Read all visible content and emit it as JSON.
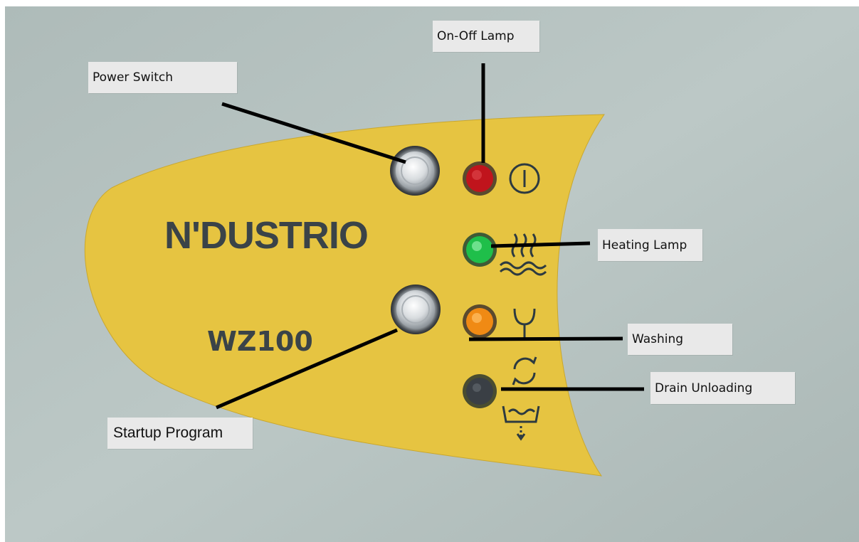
{
  "panel": {
    "brand": "N'DUSTRIO",
    "model": "WZ100"
  },
  "callouts": {
    "power_switch": "Power Switch",
    "on_off_lamp": "On-Off Lamp",
    "heating_lamp": "Heating Lamp",
    "washing": "Washing",
    "drain_unloading": "Drain Unloading",
    "startup_program": "Startup Program"
  },
  "lamps": [
    {
      "name": "on-off",
      "color": "#c0141c"
    },
    {
      "name": "heating",
      "color": "#1fbf4a"
    },
    {
      "name": "washing",
      "color": "#f08a14"
    },
    {
      "name": "drain",
      "color": "#3a3f45"
    }
  ],
  "icons": [
    "power-icon",
    "heating-waves-icon",
    "washing-fork-icon",
    "cycle-icon",
    "drain-tub-icon"
  ],
  "colors": {
    "background": "#b6c3c1",
    "panel": "#e6c441",
    "leader_line": "#000000"
  }
}
